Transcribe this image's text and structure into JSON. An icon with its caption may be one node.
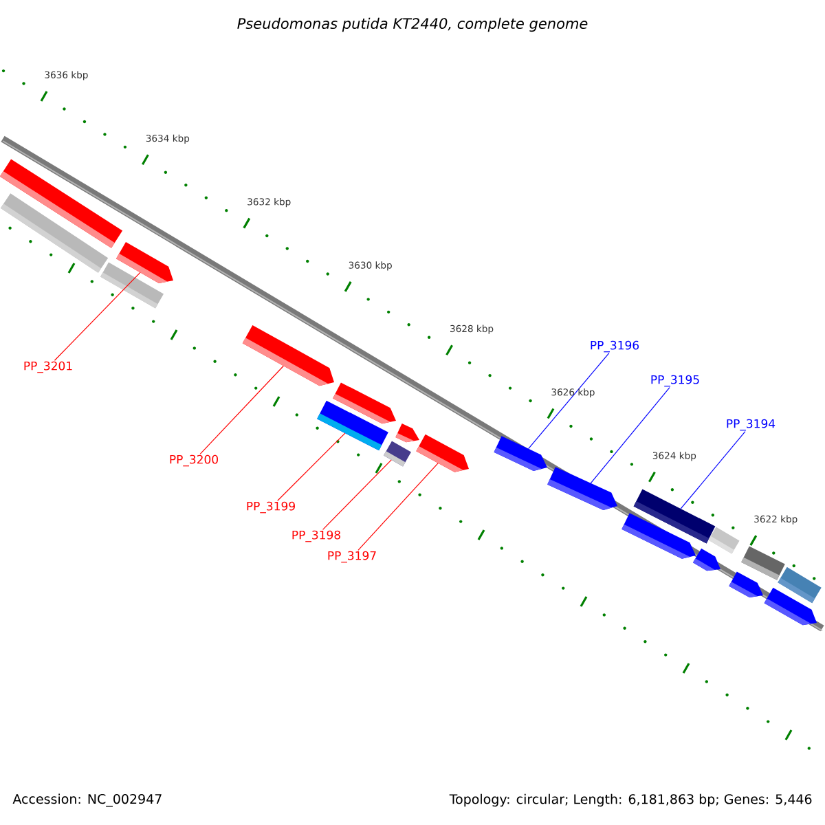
{
  "diagram": {
    "title": "Pseudomonas putida KT2440, complete genome",
    "nodes": [
      {
        "text": [
          "PP_3201"
        ]
      },
      {
        "text": [
          "PP_3200"
        ]
      },
      {
        "text": [
          "PP_3199"
        ]
      },
      {
        "text": [
          "PP_3198"
        ]
      },
      {
        "text": [
          "PP_3197"
        ]
      },
      {
        "text": [
          "PP_3196"
        ]
      },
      {
        "text": [
          "PP_3195"
        ]
      },
      {
        "text": [
          "PP_3194"
        ]
      },
      {
        "text": [],
        "shape": "bar"
      },
      {
        "text": [],
        "shape": "bar"
      },
      {
        "text": [],
        "shape": "bar"
      },
      {
        "text": [],
        "shape": "bar"
      },
      {
        "text": [],
        "shape": "bar"
      },
      {
        "text": [],
        "shape": "bar"
      },
      {
        "text": [],
        "shape": "bar"
      },
      {
        "text": [],
        "shape": "bar"
      },
      {
        "text": [],
        "shape": "bar"
      },
      {
        "text": [],
        "shape": "bar"
      },
      {
        "text": [],
        "shape": "bar"
      },
      {
        "text": [],
        "shape": "bar"
      },
      {
        "text": [],
        "shape": "bar"
      },
      {
        "text": [],
        "shape": "bar"
      },
      {
        "text": [],
        "shape": "bar"
      },
      {
        "text": [],
        "shape": "bar"
      },
      {
        "text": [],
        "shape": "bar"
      },
      {
        "text": [],
        "shape": "bar"
      },
      {
        "text": [],
        "shape": "bar"
      },
      {
        "text": [],
        "shape": "bar"
      }
    ],
    "edges": [
      {
        "from": 0,
        "to": 11,
        "arrow": "none"
      },
      {
        "from": 1,
        "to": 12,
        "arrow": "none"
      },
      {
        "from": 2,
        "to": 13,
        "arrow": "none"
      },
      {
        "from": 3,
        "to": 15,
        "arrow": "none"
      },
      {
        "from": 4,
        "to": 17,
        "arrow": "none"
      },
      {
        "from": 5,
        "to": 18,
        "arrow": "none",
        "color": "#0000ff"
      },
      {
        "from": 6,
        "to": 19,
        "arrow": "none",
        "color": "#0000ff"
      },
      {
        "from": 7,
        "to": 21,
        "arrow": "none",
        "color": "#0000ff"
      }
    ],
    "labels": [
      "3636 kbp",
      "3634 kbp",
      "3632 kbp",
      "3630 kbp",
      "3628 kbp",
      "3626 kbp",
      "3624 kbp",
      "3622 kbp",
      "Accession: NC_002947",
      "Topology: circular; Length: 6,181,863 bp; Genes: 5,446"
    ]
  }
}
